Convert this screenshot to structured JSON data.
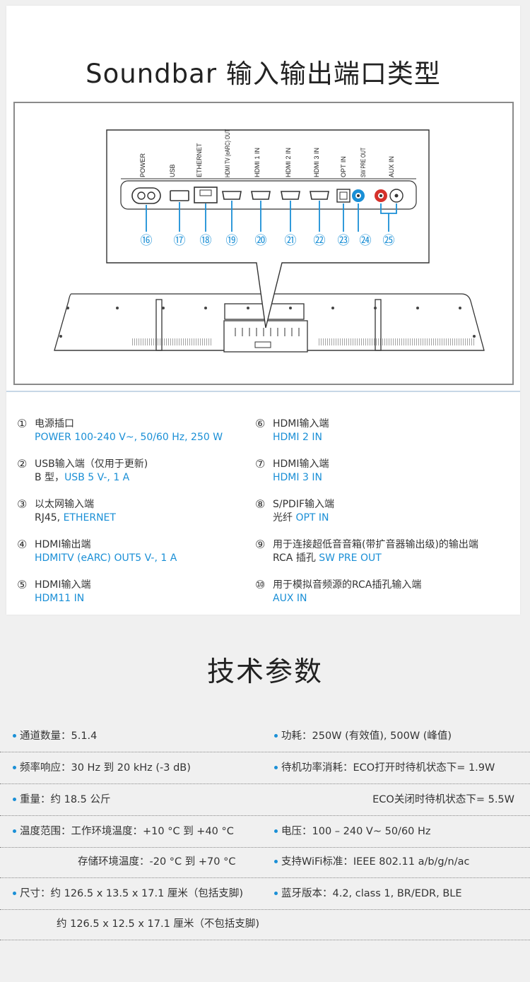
{
  "colors": {
    "accent": "#1a8fd6",
    "background": "#f0f0f0"
  },
  "header": {
    "title": "Soundbar 输入输出端口类型"
  },
  "diagram": {
    "port_labels": [
      "POWER",
      "USB",
      "ETHERNET",
      "HDMI TV (eARC) OUT",
      "HDMI 1 IN",
      "HDMI 2 IN",
      "HDMI 3 IN",
      "OPT IN",
      "SW PRE OUT",
      "AUX IN"
    ],
    "markers": [
      "⑯",
      "⑰",
      "⑱",
      "⑲",
      "⑳",
      "㉑",
      "㉒",
      "㉓",
      "㉔",
      "㉕"
    ]
  },
  "legend": [
    {
      "num": "①",
      "name": "电源插口",
      "prefix": "",
      "detail": "POWER 100-240 V~, 50/60 Hz, 250 W"
    },
    {
      "num": "②",
      "name": "USB输入端（仅用于更新)",
      "prefix": "B 型，",
      "detail": "USB 5 V-, 1 A"
    },
    {
      "num": "③",
      "name": "以太网输入端",
      "prefix": "RJ45, ",
      "detail": "ETHERNET"
    },
    {
      "num": "④",
      "name": "HDMI输出端",
      "prefix": "",
      "detail": "HDMITV (eARC) OUT5 V-, 1 A"
    },
    {
      "num": "⑤",
      "name": "HDMI输入端",
      "prefix": "",
      "detail": "HDM11 IN"
    },
    {
      "num": "⑥",
      "name": "HDMI输入端",
      "prefix": "",
      "detail": "HDMI 2 IN"
    },
    {
      "num": "⑦",
      "name": "HDMI输入端",
      "prefix": "",
      "detail": "HDMI 3 IN"
    },
    {
      "num": "⑧",
      "name": "S/PDIF输入端",
      "prefix": "光纤 ",
      "detail": "OPT IN"
    },
    {
      "num": "⑨",
      "name": "用于连接超低音音箱(带扩音器输出级)的输出端",
      "prefix": "RCA 插孔 ",
      "detail": "SW PRE OUT"
    },
    {
      "num": "⑩",
      "name": "用于模拟音频源的RCA插孔输入端",
      "prefix": "",
      "detail": "AUX IN"
    }
  ],
  "specs": {
    "title": "技术参数",
    "rows": [
      {
        "left": "通道数量：5.1.4",
        "right": "功耗：250W (有效值), 500W (峰值)"
      },
      {
        "left": "频率响应：30 Hz 到 20 kHz (-3 dB)",
        "right": "待机功率消耗：ECO打开时待机状态下= 1.9W"
      },
      {
        "left": "重量：约 18.5 公斤",
        "right": "ECO关闭时待机状态下= 5.5W"
      },
      {
        "left": "温度范围：工作环境温度：+10 °C 到 +40 °C",
        "right": "电压：100 – 240 V~ 50/60 Hz"
      },
      {
        "left": "存储环境温度：-20 °C 到 +70 °C",
        "right": "支持WiFi标准：IEEE 802.11 a/b/g/n/ac"
      },
      {
        "left": "尺寸：约 126.5 x 13.5 x 17.1 厘米（包括支脚)",
        "right": "蓝牙版本：4.2, class 1, BR/EDR, BLE"
      },
      {
        "left": "约 126.5 x 12.5 x 17.1 厘米（不包括支脚)",
        "right": ""
      }
    ]
  }
}
